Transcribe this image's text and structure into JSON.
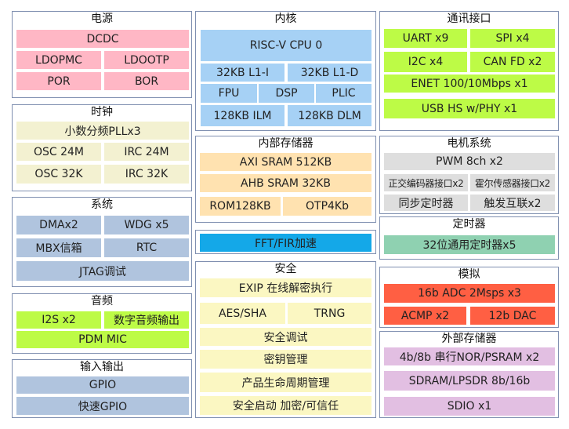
{
  "colors": {
    "power": "#ffb7c5",
    "clock": "#f3f1d1",
    "system": "#b0c4de",
    "audio": "#bdfb46",
    "io": "#b0c4de",
    "core": "#a6d1f5",
    "memory": "#ffe2b0",
    "fft": "#14a8e8",
    "security": "#fbf7c2",
    "comm": "#bdfb46",
    "motor": "#dedede",
    "timer": "#8fd1b1",
    "analog": "#ff5f43",
    "extmem": "#e2bfe2"
  },
  "power": {
    "title": "电源",
    "dcdc": "DCDC",
    "ldopmc": "LDOPMC",
    "ldootp": "LDOOTP",
    "por": "POR",
    "bor": "BOR"
  },
  "clock": {
    "title": "时钟",
    "pll": "小数分频PLLx3",
    "osc24": "OSC 24M",
    "irc24": "IRC 24M",
    "osc32": "OSC 32K",
    "irc32": "IRC 32K"
  },
  "system": {
    "title": "系统",
    "dma": "DMAx2",
    "wdg": "WDG x5",
    "mbx": "MBX信箱",
    "rtc": "RTC",
    "jtag": "JTAG调试"
  },
  "audio": {
    "title": "音频",
    "i2s": "I2S x2",
    "dao": "数字音频输出",
    "pdm": "PDM MIC"
  },
  "io": {
    "title": "输入输出",
    "gpio": "GPIO",
    "fgpio": "快速GPIO"
  },
  "core": {
    "title": "内核",
    "cpu": "RISC-V CPU 0",
    "l1i": "32KB L1-I",
    "l1d": "32KB L1-D",
    "fpu": "FPU",
    "dsp": "DSP",
    "plic": "PLIC",
    "ilm": "128KB ILM",
    "dlm": "128KB DLM"
  },
  "memory": {
    "title": "内部存储器",
    "axi": "AXI SRAM 512KB",
    "ahb": "AHB SRAM 32KB",
    "rom": "ROM128KB",
    "otp": "OTP4Kb"
  },
  "fft": {
    "label": "FFT/FIR加速"
  },
  "security": {
    "title": "安全",
    "exip": "EXIP 在线解密执行",
    "aes": "AES/SHA",
    "trng": "TRNG",
    "debug": "安全调试",
    "key": "密钥管理",
    "lifecycle": "产品生命周期管理",
    "boot": "安全启动 加密/可信任"
  },
  "comm": {
    "title": "通讯接口",
    "uart": "UART x9",
    "spi": "SPI x4",
    "i2c": "I2C x4",
    "can": "CAN FD x2",
    "enet": "ENET 100/10Mbps x1",
    "usb": "USB HS w/PHY x1"
  },
  "motor": {
    "title": "电机系统",
    "pwm": "PWM 8ch x2",
    "qei": "正交编码器接口x2",
    "hall": "霍尔传感器接口x2",
    "sync": "同步定时器",
    "trig": "触发互联x2"
  },
  "timer": {
    "title": "定时器",
    "gpt": "32位通用定时器x5"
  },
  "analog": {
    "title": "模拟",
    "adc": "16b ADC 2Msps x3",
    "acmp": "ACMP x2",
    "dac": "12b DAC"
  },
  "extmem": {
    "title": "外部存储器",
    "nor": "4b/8b 串行NOR/PSRAM x2",
    "sdram": "SDRAM/LPSDR 8b/16b",
    "sdio": "SDIO x1"
  }
}
